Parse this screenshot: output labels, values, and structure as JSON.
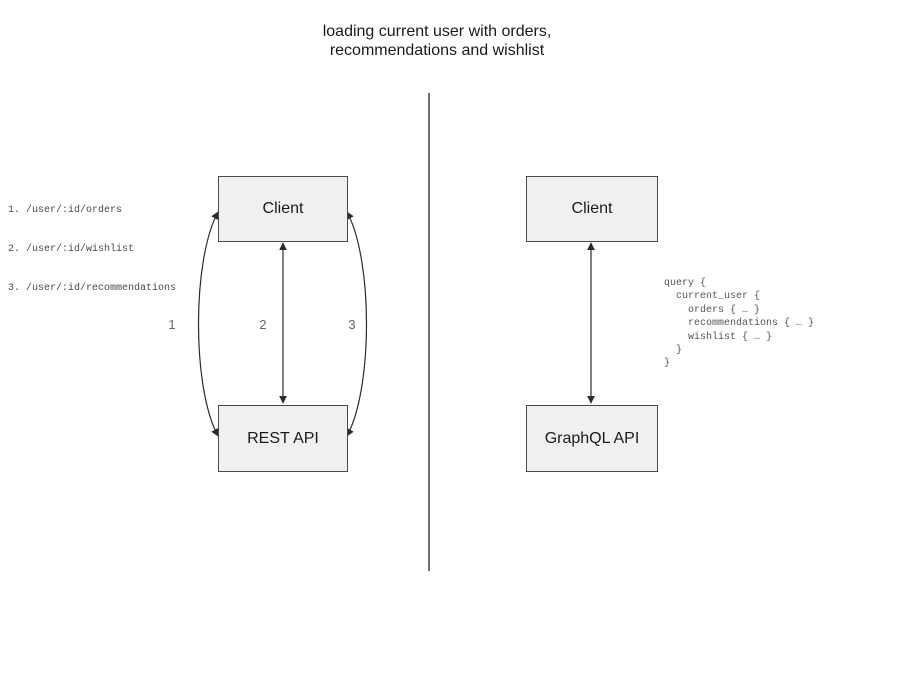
{
  "title": {
    "line1": "loading current user with orders,",
    "line2": "recommendations and wishlist"
  },
  "colors": {
    "box_fill": "#f0f0f0",
    "box_border": "#4a4a4a",
    "arrow_line": "#2b2b2b",
    "divider": "#6e6e6e",
    "muted_text": "#555555",
    "label_text": "#1a1a1a"
  },
  "rest_panel": {
    "endpoints": [
      "1. /user/:id/orders",
      "2. /user/:id/wishlist",
      "3. /user/:id/recommendations"
    ],
    "client_label": "Client",
    "api_label": "REST API",
    "arrow_labels": [
      "1",
      "2",
      "3"
    ]
  },
  "graphql_panel": {
    "client_label": "Client",
    "api_label": "GraphQL API",
    "query_code": "query {\n  current_user {\n    orders { … }\n    recommendations { … }\n    wishlist { … }\n  }\n}"
  }
}
